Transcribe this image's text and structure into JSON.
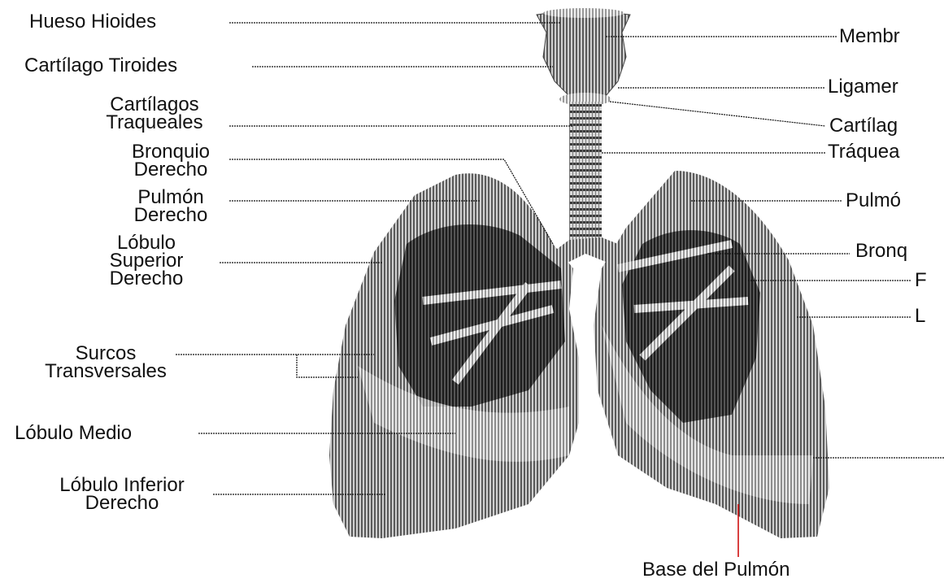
{
  "colors": {
    "lung_shade": "#9a9a9a",
    "lung_dark": "#3a3a3a",
    "lung_light": "#d8d8d8",
    "leader_line": "#111111",
    "accent_line": "#cc0000",
    "background": "#ffffff"
  },
  "labels_left": {
    "hueso_hioides": "Hueso Hioides",
    "cartilago_tiroides": "Cartílago Tiroides",
    "cartilagos_traqueales": [
      "Cartílagos",
      "Traqueales"
    ],
    "bronquio_derecho": [
      "Bronquio",
      "Derecho"
    ],
    "pulmon_derecho": [
      "Pulmón",
      "Derecho"
    ],
    "lobulo_superior_derecho": [
      "Lóbulo",
      "Superior",
      "Derecho"
    ],
    "surcos_transversales": [
      "Surcos",
      "Transversales"
    ],
    "lobulo_medio": "Lóbulo Medio",
    "lobulo_inferior_derecho": [
      "Lóbulo Inferior",
      "Derecho"
    ]
  },
  "labels_right": {
    "membr": "Membr",
    "ligamer": "Ligamer",
    "cartilag": "Cartílag",
    "traquea": "Tráquea",
    "pulmo": "Pulmó",
    "bronq": "Bronq",
    "f": "F",
    "l": "L"
  },
  "labels_bottom": {
    "base_del_pulmon": "Base del Pulmón"
  }
}
